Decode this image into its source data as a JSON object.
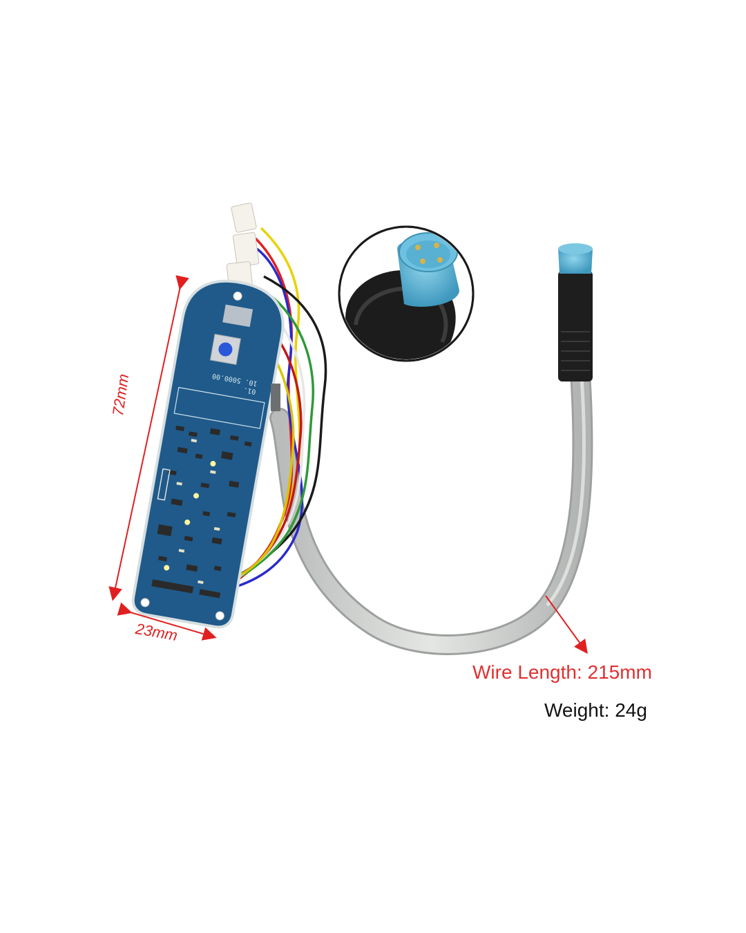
{
  "dimensions": {
    "length_label": "72mm",
    "width_label": "23mm"
  },
  "specs": {
    "wire_length": "Wire Length: 215mm",
    "weight": "Weight: 24g"
  },
  "pcb": {
    "silkscreen_top": "01.",
    "silkscreen_code": "10.  5000.00"
  },
  "colors": {
    "pcb": "#1f5a8a",
    "connector_blue": "#5fb8d8",
    "cable_gray": "#cfd2d0",
    "annotation_red": "#e02020"
  }
}
